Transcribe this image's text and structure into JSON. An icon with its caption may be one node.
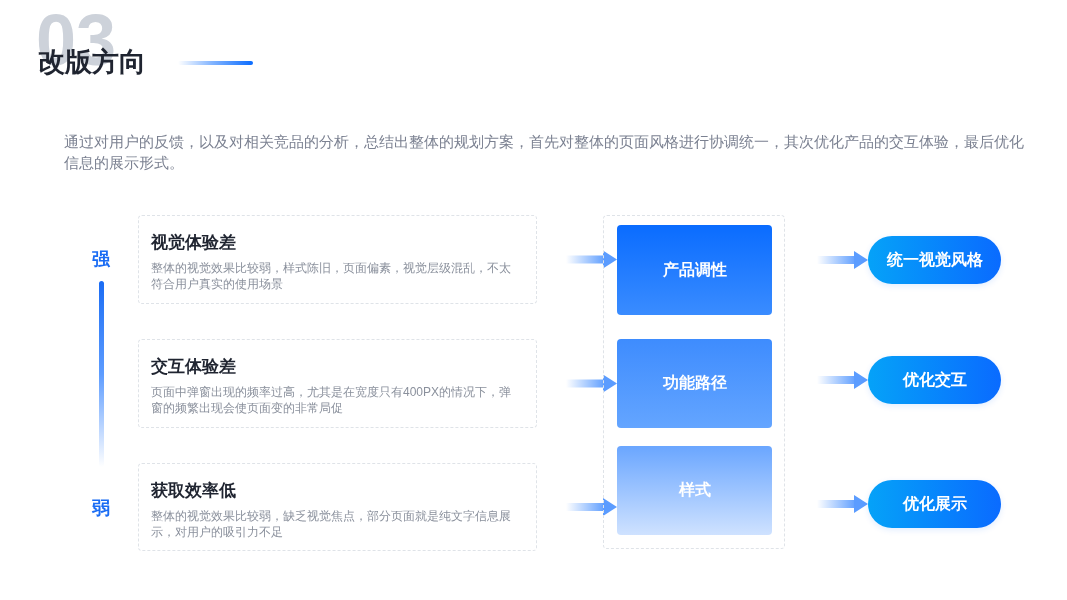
{
  "diagram": {
    "title": "改版方向",
    "nodes": [
      {
        "text": [
          "视觉体验差",
          "整体的视觉效果比较弱，样式陈旧，页面偏素，视觉层级混乱，不太符合用户真实的使用场景"
        ]
      },
      {
        "text": [
          "交互体验差",
          "页面中弹窗出现的频率过高，尤其是在宽度只有400PX的情况下，弹窗的频繁出现会使页面变的非常局促"
        ]
      },
      {
        "text": [
          "获取效率低",
          "整体的视觉效果比较弱，缺乏视觉焦点，部分页面就是纯文字信息展示，对用户的吸引力不足"
        ]
      },
      {
        "text": [],
        "shape": "box"
      },
      {
        "text": [
          "产品调性"
        ],
        "in": 3
      },
      {
        "text": [
          "功能路径"
        ],
        "in": 3
      },
      {
        "text": [
          "样式"
        ],
        "in": 3
      },
      {
        "text": [
          "统一视觉风格"
        ]
      },
      {
        "text": [
          "优化交互"
        ]
      },
      {
        "text": [
          "优化展示"
        ]
      }
    ],
    "edges": [
      {
        "from": 0,
        "to": 4,
        "arrow": "to"
      },
      {
        "from": 1,
        "to": 5,
        "arrow": "to"
      },
      {
        "from": 2,
        "to": 6,
        "arrow": "to"
      },
      {
        "from": 4,
        "to": 7,
        "arrow": "to"
      },
      {
        "from": 5,
        "to": 8,
        "arrow": "to"
      },
      {
        "from": 6,
        "to": 9,
        "arrow": "to"
      }
    ],
    "labels": [
      "03",
      "通过对用户的反馈，以及对相关竞品的分析，总结出整体的规划方案，首先对整体的页面风格进行协调统一，其次优化产品的交互体验，最后优化信息的展示形式。",
      "强",
      "弱"
    ]
  }
}
